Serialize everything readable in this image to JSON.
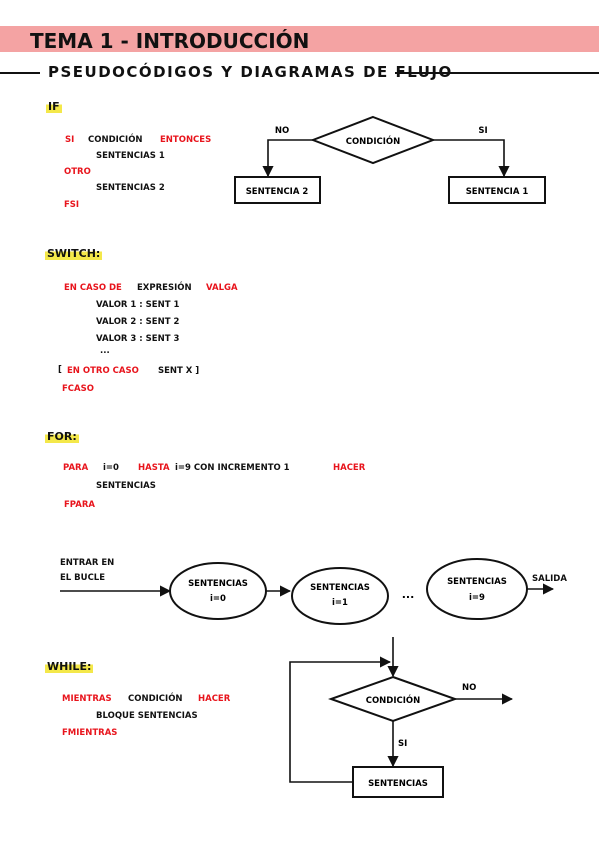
{
  "header": {
    "title": "TEMA 1 - INTRODUCCIÓN",
    "subtitle": "PSEUDOCÓDIGOS Y DIAGRAMAS DE FLUJO"
  },
  "colors": {
    "accent_red": "#e8141c",
    "highlight_yellow": "#f4e84a",
    "title_band": "#f4a3a3"
  },
  "if_section": {
    "heading": "IF",
    "kw_si": "SI",
    "condicion": "CONDICIÓN",
    "kw_entonces": "ENTONCES",
    "sentencias1": "SENTENCIAS 1",
    "kw_otro": "OTRO",
    "sentencias2": "SENTENCIAS 2",
    "kw_fsi": "FSI",
    "diagram": {
      "no": "NO",
      "si": "SI",
      "condicion": "CONDICIÓN",
      "sentencia2": "SENTENCIA 2",
      "sentencia1": "SENTENCIA 1"
    }
  },
  "switch_section": {
    "heading": "SWITCH:",
    "kw_en_caso_de": "EN CASO DE",
    "expresion": "EXPRESIÓN",
    "kw_valga": "VALGA",
    "v1": "VALOR 1 : SENT 1",
    "v2": "VALOR 2 : SENT 2",
    "v3": "VALOR 3 : SENT 3",
    "dots": "...",
    "open_bracket": "[",
    "kw_en_otro_caso": "EN OTRO CASO",
    "sent_x": "SENT X ]",
    "kw_fcaso": "FCASO"
  },
  "for_section": {
    "heading": "FOR:",
    "kw_para": "PARA",
    "i0": "i=0",
    "kw_hasta": "HASTA",
    "rest": "i=9  CON INCREMENTO 1",
    "kw_hacer": "HACER",
    "sentencias": "SENTENCIAS",
    "kw_fpara": "FPARA",
    "diagram": {
      "entrar": "ENTRAR EN",
      "bucle": "EL BUCLE",
      "n1a": "SENTENCIAS",
      "n1b": "i=0",
      "n2a": "SENTENCIAS",
      "n2b": "i=1",
      "dots": "...",
      "n3a": "SENTENCIAS",
      "n3b": "i=9",
      "salida": "SALIDA"
    }
  },
  "while_section": {
    "heading": "WHILE:",
    "kw_mientras": "MIENTRAS",
    "condicion": "CONDICIÓN",
    "kw_hacer": "HACER",
    "bloque": "BLOQUE SENTENCIAS",
    "kw_fmientras": "FMIENTRAS",
    "diagram": {
      "condicion": "CONDICIÓN",
      "no": "NO",
      "si": "SI",
      "sentencias": "SENTENCIAS"
    }
  }
}
